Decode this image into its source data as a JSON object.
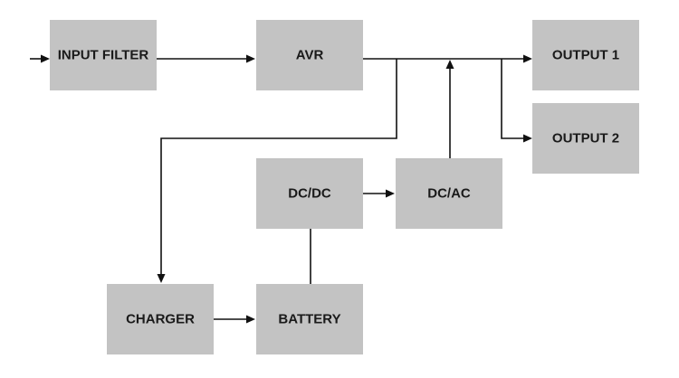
{
  "diagram": {
    "colors": {
      "block_fill": "#c3c3c3",
      "line": "#111111",
      "text": "#1a1a1a"
    },
    "blocks": {
      "input_filter": "INPUT FILTER",
      "avr": "AVR",
      "output1": "OUTPUT 1",
      "output2": "OUTPUT 2",
      "dcdc": "DC/DC",
      "dcac": "DC/AC",
      "charger": "CHARGER",
      "battery": "BATTERY"
    }
  }
}
